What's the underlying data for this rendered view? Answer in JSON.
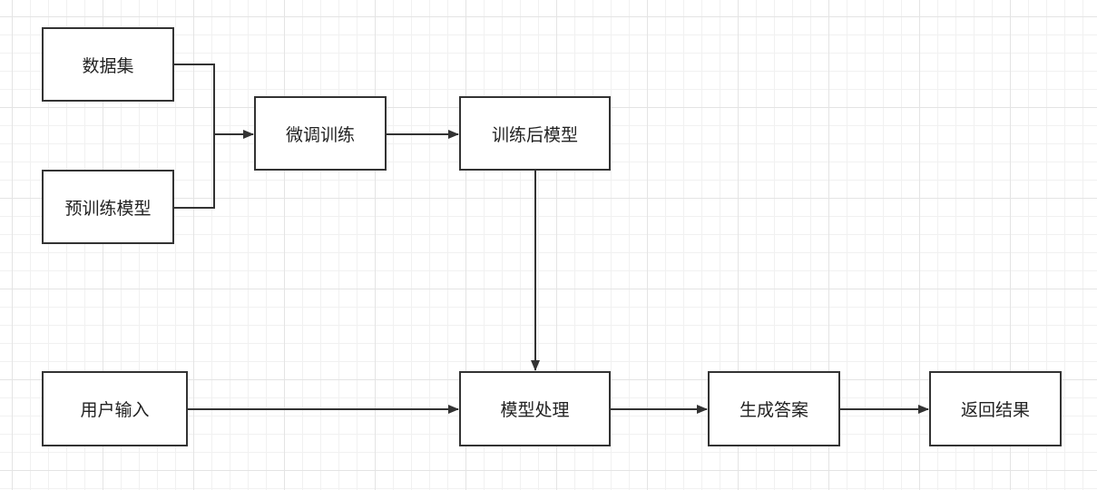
{
  "diagram": {
    "nodes": {
      "dataset": "数据集",
      "pretrained_model": "预训练模型",
      "fine_tuning": "微调训练",
      "trained_model": "训练后模型",
      "user_input": "用户输入",
      "model_processing": "模型处理",
      "generate_answer": "生成答案",
      "return_result": "返回结果"
    },
    "edges": [
      {
        "from": "dataset",
        "to": "fine_tuning"
      },
      {
        "from": "pretrained_model",
        "to": "fine_tuning"
      },
      {
        "from": "fine_tuning",
        "to": "trained_model"
      },
      {
        "from": "trained_model",
        "to": "model_processing"
      },
      {
        "from": "user_input",
        "to": "model_processing"
      },
      {
        "from": "model_processing",
        "to": "generate_answer"
      },
      {
        "from": "generate_answer",
        "to": "return_result"
      }
    ]
  }
}
